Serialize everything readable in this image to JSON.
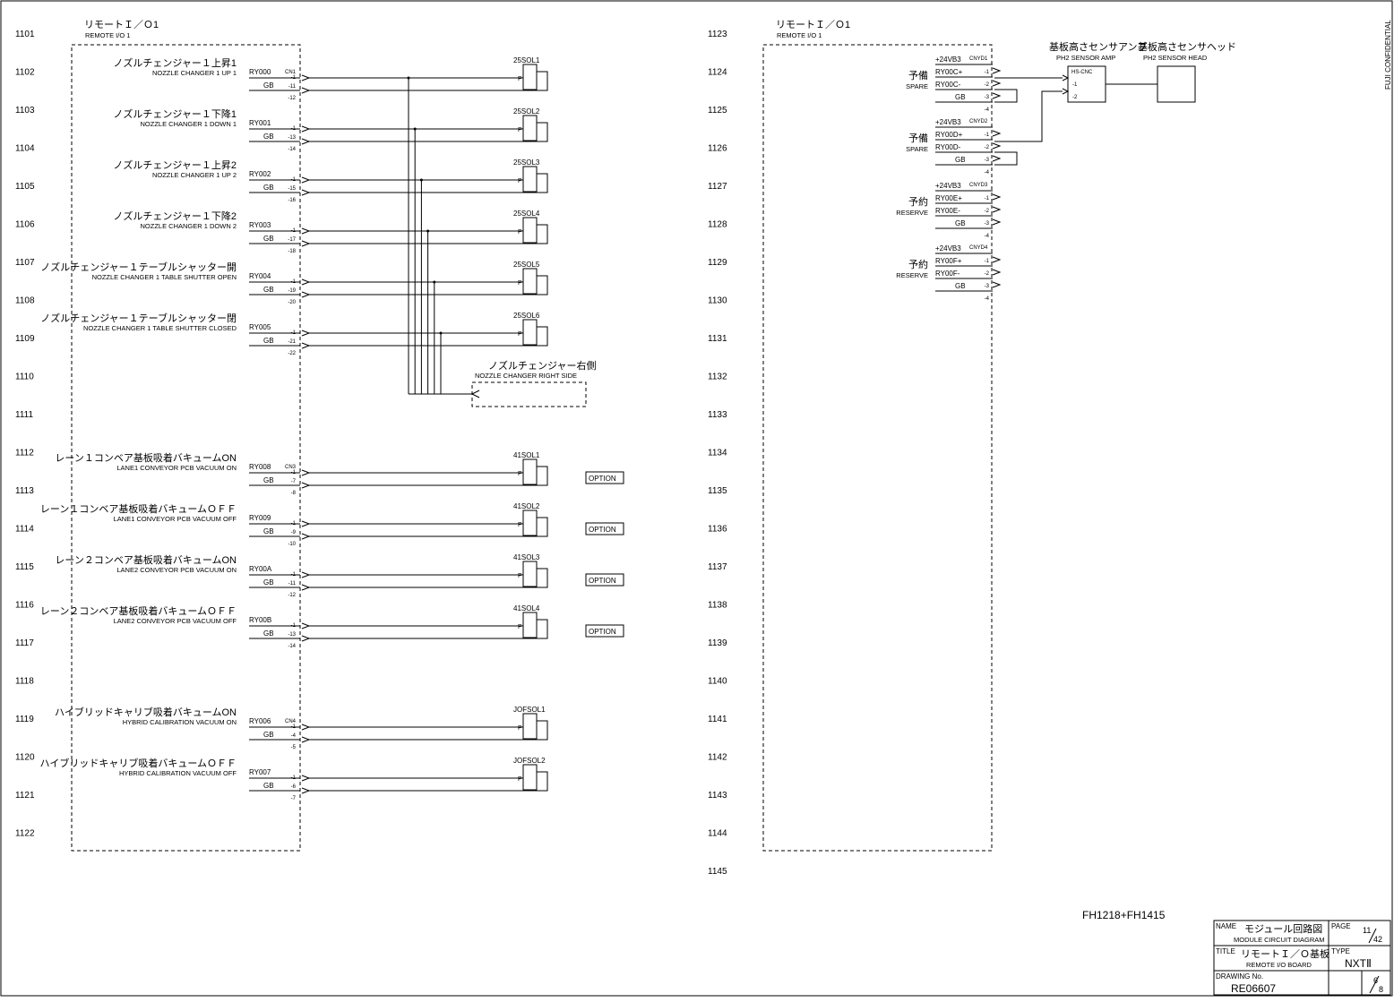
{
  "confidential": "FUJI CONFIDENTIAL",
  "note": "FH1218+FH1415",
  "left_rows": [
    "1101",
    "1102",
    "1103",
    "1104",
    "1105",
    "1106",
    "1107",
    "1108",
    "1109",
    "1110",
    "1111",
    "1112",
    "1113",
    "1114",
    "1115",
    "1116",
    "1117",
    "1118",
    "1119",
    "1120",
    "1121",
    "1122"
  ],
  "right_rows": [
    "1123",
    "1124",
    "1125",
    "1126",
    "1127",
    "1128",
    "1129",
    "1130",
    "1131",
    "1132",
    "1133",
    "1134",
    "1135",
    "1136",
    "1137",
    "1138",
    "1139",
    "1140",
    "1141",
    "1142",
    "1143",
    "1144",
    "1145"
  ],
  "left_box": {
    "title_jp": "リモートＩ／Ｏ1",
    "title_en": "REMOTE I/O 1"
  },
  "right_box": {
    "title_jp": "リモートＩ／Ｏ1",
    "title_en": "REMOTE I/O 1"
  },
  "left_groups": [
    {
      "jp": "ノズルチェンジャー１上昇1",
      "en": "NOZZLE CHANGER 1 UP 1",
      "sig": "RY000",
      "conn": "CN1",
      "p1": "-11",
      "p2": "-12",
      "sol": "25SOL1",
      "bus": true
    },
    {
      "jp": "ノズルチェンジャー１下降1",
      "en": "NOZZLE CHANGER 1 DOWN 1",
      "sig": "RY001",
      "conn": "",
      "p1": "-13",
      "p2": "-14",
      "sol": "25SOL2",
      "bus": true
    },
    {
      "jp": "ノズルチェンジャー１上昇2",
      "en": "NOZZLE CHANGER 1 UP 2",
      "sig": "RY002",
      "conn": "",
      "p1": "-15",
      "p2": "-16",
      "sol": "25SOL3",
      "bus": true
    },
    {
      "jp": "ノズルチェンジャー１下降2",
      "en": "NOZZLE CHANGER 1 DOWN 2",
      "sig": "RY003",
      "conn": "",
      "p1": "-17",
      "p2": "-18",
      "sol": "25SOL4",
      "bus": true
    },
    {
      "jp": "ノズルチェンジャー１テーブルシャッター開",
      "en": "NOZZLE CHANGER 1 TABLE SHUTTER OPEN",
      "sig": "RY004",
      "conn": "",
      "p1": "-19",
      "p2": "-20",
      "sol": "25SOL5",
      "bus": true
    },
    {
      "jp": "ノズルチェンジャー１テーブルシャッター閉",
      "en": "NOZZLE CHANGER 1 TABLE SHUTTER CLOSED",
      "sig": "RY005",
      "conn": "",
      "p1": "-21",
      "p2": "-22",
      "sol": "25SOL6",
      "bus": true
    },
    {
      "jp": "レーン１コンベア基板吸着バキュームON",
      "en": "LANE1 CONVEYOR PCB VACUUM ON",
      "sig": "RY008",
      "conn": "CN3",
      "p1": "-7",
      "p2": "-8",
      "sol": "41SOL1",
      "option": "OPTION"
    },
    {
      "jp": "レーン１コンベア基板吸着バキュームＯＦＦ",
      "en": "LANE1 CONVEYOR PCB VACUUM OFF",
      "sig": "RY009",
      "conn": "",
      "p1": "-9",
      "p2": "-10",
      "sol": "41SOL2",
      "option": "OPTION"
    },
    {
      "jp": "レーン２コンベア基板吸着バキュームON",
      "en": "LANE2 CONVEYOR PCB VACUUM ON",
      "sig": "RY00A",
      "conn": "",
      "p1": "-11",
      "p2": "-12",
      "sol": "41SOL3",
      "option": "OPTION"
    },
    {
      "jp": "レーン２コンベア基板吸着バキュームＯＦＦ",
      "en": "LANE2 CONVEYOR PCB VACUUM OFF",
      "sig": "RY00B",
      "conn": "",
      "p1": "-13",
      "p2": "-14",
      "sol": "41SOL4",
      "option": "OPTION"
    },
    {
      "jp": "ハイブリッドキャリブ吸着バキュームON",
      "en": "HYBRID CALIBRATION VACUUM ON",
      "sig": "RY006",
      "conn": "CN4",
      "p1": "-4",
      "p2": "-5",
      "sol": "JOFSOL1"
    },
    {
      "jp": "ハイブリッドキャリブ吸着バキュームＯＦＦ",
      "en": "HYBRID CALIBRATION VACUUM OFF",
      "sig": "RY007",
      "conn": "",
      "p1": "-6",
      "p2": "-7",
      "sol": "JOFSOL2"
    }
  ],
  "gb": "GB",
  "pin1": "-1",
  "valve_port": "P",
  "right_side": {
    "jp": "ノズルチェンジャー右側",
    "en": "NOZZLE CHANGER RIGHT SIDE"
  },
  "right_groups": [
    {
      "power": "+24VB3",
      "conn": "CNYD1",
      "jp": "予備",
      "en": "SPARE",
      "sigp": "RY00C+",
      "sign": "RY00C-",
      "pins": [
        "-1",
        "-2",
        "-3",
        "-4"
      ]
    },
    {
      "power": "+24VB3",
      "conn": "CNYD2",
      "jp": "予備",
      "en": "SPARE",
      "sigp": "RY00D+",
      "sign": "RY00D-",
      "pins": [
        "-1",
        "-2",
        "-3",
        "-4"
      ]
    },
    {
      "power": "+24VB3",
      "conn": "CNYD3",
      "jp": "予約",
      "en": "RESERVE",
      "sigp": "RY00E+",
      "sign": "RY00E-",
      "pins": [
        "-1",
        "-2",
        "-3",
        "-4"
      ]
    },
    {
      "power": "+24VB3",
      "conn": "CNYD4",
      "jp": "予約",
      "en": "RESERVE",
      "sigp": "RY00F+",
      "sign": "RY00F-",
      "pins": [
        "-1",
        "-2",
        "-3",
        "-4"
      ]
    }
  ],
  "sensor_amp": {
    "jp": "基板高さセンサアンプ",
    "en": "PH2 SENSOR AMP",
    "conn": "HS-CNC",
    "pins": [
      "-1",
      "-2"
    ]
  },
  "sensor_head": {
    "jp": "基板高さセンサヘッド",
    "en": "PH2 SENSOR HEAD"
  },
  "title_block": {
    "name_label": "NAME",
    "name_jp": "モジュール回路図",
    "name_en": "MODULE CIRCUIT DIAGRAM",
    "page_label": "PAGE",
    "page_num": "11",
    "page_total": "42",
    "title_label": "TITLE",
    "title_jp": "リモートＩ／Ｏ基板",
    "title_en": "REMOTE I/O BOARD",
    "type_label": "TYPE",
    "type_value": "NXTⅡ",
    "drawing_label": "DRAWING No.",
    "drawing_value": "RE06607",
    "sheet_num": "6",
    "sheet_total": "8"
  }
}
